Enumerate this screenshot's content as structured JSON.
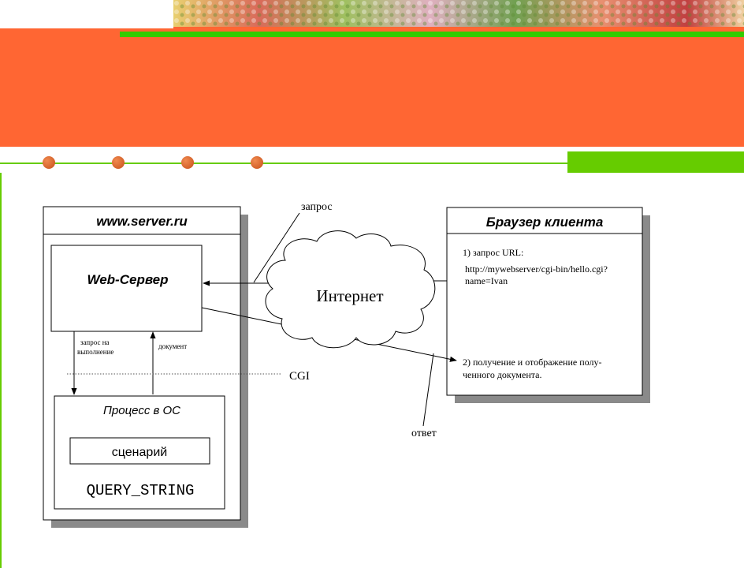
{
  "diagram": {
    "server_box_title": "www.server.ru",
    "web_server_label": "Web-Сервер",
    "exec_request_label_line1": "запрос на",
    "exec_request_label_line2": "выполнение",
    "document_label": "документ",
    "process_box_title": "Процесс в ОС",
    "script_label": "сценарий",
    "query_string_label": "QUERY_STRING",
    "cgi_label": "CGI",
    "internet_label": "Интернет",
    "request_label": "запрос",
    "response_label": "ответ",
    "browser_box_title": "Браузер клиента",
    "step1_line1": "1) запрос URL:",
    "step1_line2": "http://mywebserver/cgi-bin/hello.cgi?",
    "step1_line3": "name=Ivan",
    "step2_line1": "2) получение и отображение полу-",
    "step2_line2": "ченного документа."
  },
  "colors": {
    "header_orange": "#ff6633",
    "band_green": "#66cc00",
    "line_green": "#33cc00",
    "dot_orange": "#e0702e"
  }
}
